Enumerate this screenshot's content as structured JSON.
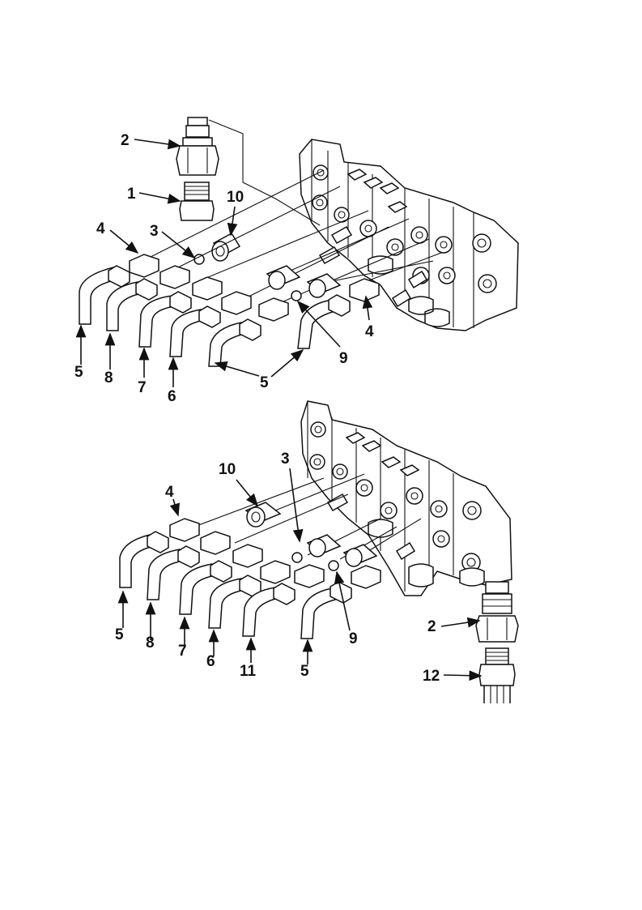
{
  "figure": {
    "upper_view": {
      "callouts": [
        {
          "id": "u2",
          "text": "2"
        },
        {
          "id": "u1",
          "text": "1"
        },
        {
          "id": "u10",
          "text": "10"
        },
        {
          "id": "u4a",
          "text": "4"
        },
        {
          "id": "u3",
          "text": "3"
        },
        {
          "id": "u5a",
          "text": "5"
        },
        {
          "id": "u8",
          "text": "8"
        },
        {
          "id": "u7",
          "text": "7"
        },
        {
          "id": "u6",
          "text": "6"
        },
        {
          "id": "u5b",
          "text": "5"
        },
        {
          "id": "u9",
          "text": "9"
        },
        {
          "id": "u4b",
          "text": "4"
        }
      ]
    },
    "lower_view": {
      "callouts": [
        {
          "id": "l10",
          "text": "10"
        },
        {
          "id": "l3",
          "text": "3"
        },
        {
          "id": "l4",
          "text": "4"
        },
        {
          "id": "l5a",
          "text": "5"
        },
        {
          "id": "l8",
          "text": "8"
        },
        {
          "id": "l7",
          "text": "7"
        },
        {
          "id": "l6",
          "text": "6"
        },
        {
          "id": "l11",
          "text": "11"
        },
        {
          "id": "l5b",
          "text": "5"
        },
        {
          "id": "l9",
          "text": "9"
        },
        {
          "id": "l2",
          "text": "2"
        },
        {
          "id": "l12",
          "text": "12"
        }
      ]
    }
  }
}
